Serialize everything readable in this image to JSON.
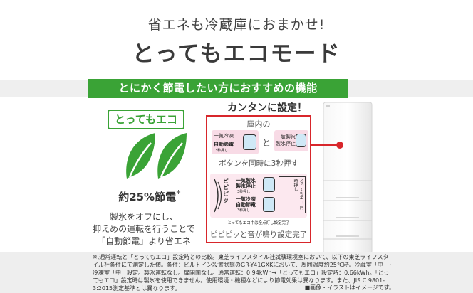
{
  "header": {
    "subtitle": "省エネも冷蔵庫におまかせ!",
    "title": "とってもエコモード"
  },
  "banner": {
    "text": "とにかく節電したい方におすすめの機能"
  },
  "eco": {
    "badge": "とってもエコ",
    "saving": "約25%節電",
    "saving_mark": "※",
    "desc_lines": [
      "製氷をオフにし、",
      "抑えめの運転を行うことで",
      "「自動節電」より省エネ"
    ]
  },
  "setup": {
    "title": "カンタンに設定！",
    "inside_label": "庫内の",
    "and": "と",
    "panel_a": [
      "一気冷凍",
      "自動節電",
      "3秒押し"
    ],
    "panel_b": [
      "一気製氷",
      "製氷停止"
    ],
    "instruction": "ボタンを同時に3秒押す",
    "beep_side": "ピピピッ",
    "panel_c": [
      "一気製氷",
      "製氷停止",
      "3秒押し",
      "一気冷凍",
      "自動節電",
      "3秒押し"
    ],
    "vertical_text": "とってもエコ 同時押し",
    "small_note": "とってもエコ中は全点灯し設定完了",
    "complete": "ピピピッと音が鳴り設定完了"
  },
  "footer": {
    "lines": [
      "※,通常運転と「とってもエコ」設定時との比較。東芝ライフスタイル社試験環境室において、以下の東芝ライフスタイル社条件にて測定した値。条件：ビルトイン設置状態のGR-Y41GXKにおいて、周囲温度約25℃時。冷蔵室「中」･冷凍室「中」設定。製氷運転なし。扉開閉なし。通常運転：0.94kWh→「とってもエコ」設定時：0.66kWh。「とってもエコ」設定時は製氷を使用できません。使用環境・機種などにより節電効果は異なります。また、JIS C 9801-3:2015測定基準とは異なります。"
    ],
    "image_note": "■画像・イラストはイメージです。"
  },
  "colors": {
    "accent_green": "#3aa336",
    "accent_red": "#d8262b",
    "button_blue": "#cfe8f6",
    "panel_pink": "#f8dbe6"
  }
}
